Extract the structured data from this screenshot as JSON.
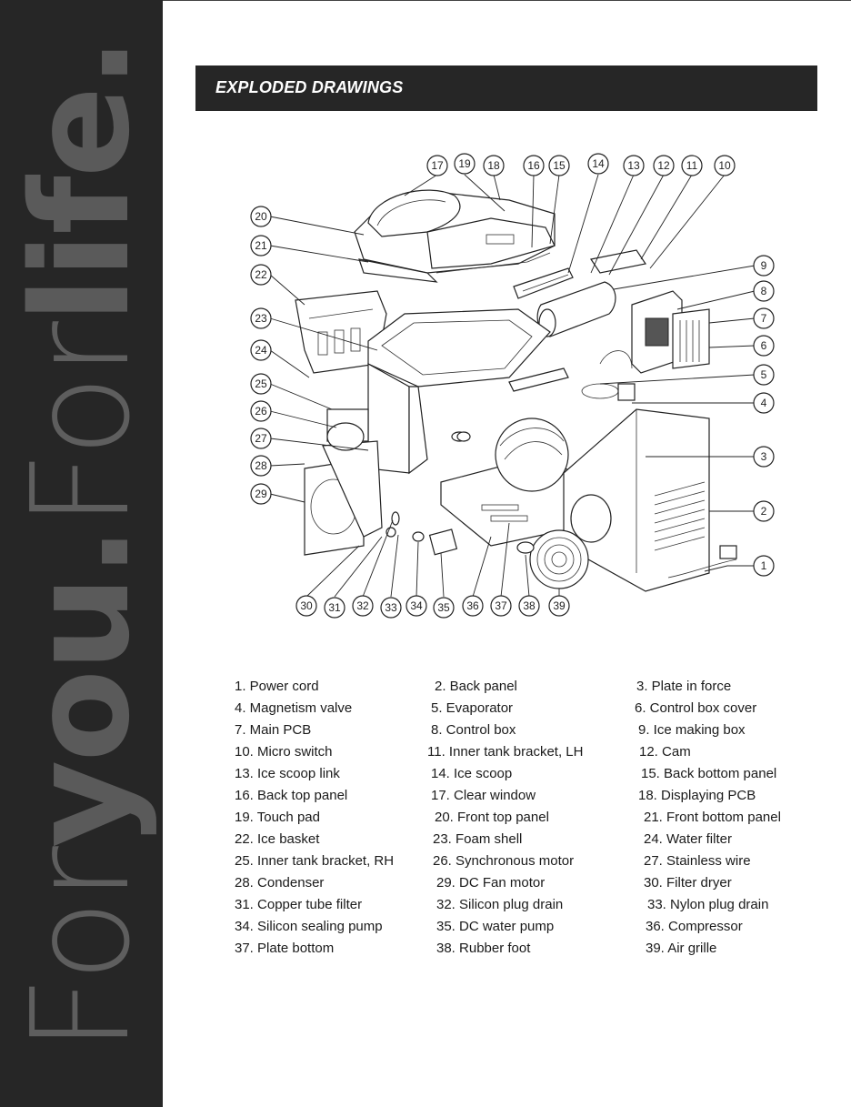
{
  "sidebar": {
    "brand_word_1": "For",
    "brand_word_2": "you.",
    "brand_word_3": "For",
    "brand_word_4": "life."
  },
  "header": {
    "title": "EXPLODED DRAWINGS"
  },
  "diagram": {
    "callouts": [
      "1",
      "2",
      "3",
      "4",
      "5",
      "6",
      "7",
      "8",
      "9",
      "10",
      "11",
      "12",
      "13",
      "14",
      "15",
      "16",
      "17",
      "18",
      "19",
      "20",
      "21",
      "22",
      "23",
      "24",
      "25",
      "26",
      "27",
      "28",
      "29",
      "30",
      "31",
      "32",
      "33",
      "34",
      "35",
      "36",
      "37",
      "38",
      "39"
    ]
  },
  "parts": [
    "1. Power cord",
    "2. Back panel",
    "3. Plate in force",
    "4. Magnetism valve",
    "5. Evaporator",
    "6. Control box cover",
    "7. Main PCB",
    "8. Control box",
    "9. Ice making box",
    "10. Micro switch",
    "11. Inner tank bracket, LH",
    "12. Cam",
    "13. Ice scoop link",
    "14. Ice scoop",
    "15. Back bottom panel",
    "16. Back top panel",
    "17. Clear window",
    "18. Displaying PCB",
    "19. Touch pad",
    "20. Front top panel",
    "21. Front bottom panel",
    "22. Ice basket",
    "23. Foam shell",
    "24. Water filter",
    "25. Inner tank bracket, RH",
    "26. Synchronous motor",
    "27. Stainless wire",
    "28. Condenser",
    "29. DC Fan motor",
    "30. Filter dryer",
    "31. Copper tube filter",
    "32. Silicon plug drain",
    "33. Nylon plug drain",
    "34. Silicon sealing pump",
    "35. DC water pump",
    "36. Compressor",
    "37. Plate bottom",
    "38. Rubber foot",
    "39. Air grille"
  ]
}
